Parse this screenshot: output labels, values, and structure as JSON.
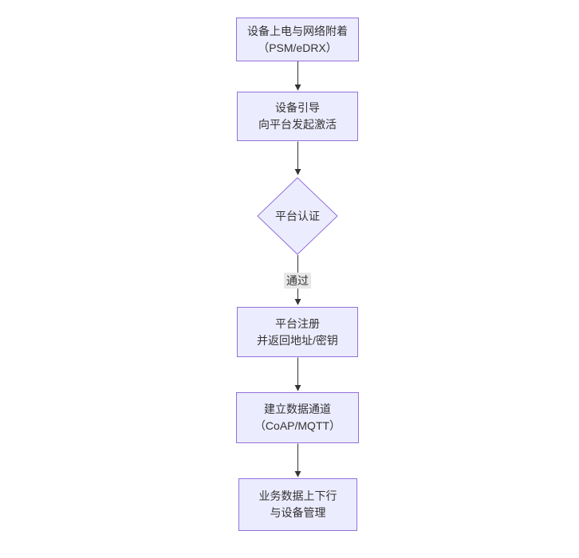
{
  "diagram": {
    "type": "flowchart-top-down",
    "nodes": [
      {
        "id": "power-on",
        "shape": "rect",
        "lines": [
          "设备上电与网络附着",
          "（PSM/eDRX）"
        ]
      },
      {
        "id": "bootstrap",
        "shape": "rect",
        "lines": [
          "设备引导",
          "向平台发起激活"
        ]
      },
      {
        "id": "platform-auth",
        "shape": "diamond",
        "lines": [
          "平台认证"
        ]
      },
      {
        "id": "register",
        "shape": "rect",
        "lines": [
          "平台注册",
          "并返回地址/密钥"
        ]
      },
      {
        "id": "data-channel",
        "shape": "rect",
        "lines": [
          "建立数据通道",
          "（CoAP/MQTT）"
        ]
      },
      {
        "id": "business",
        "shape": "rect",
        "lines": [
          "业务数据上下行",
          "与设备管理"
        ]
      }
    ],
    "edges": [
      {
        "from": "power-on",
        "to": "bootstrap",
        "label": ""
      },
      {
        "from": "bootstrap",
        "to": "platform-auth",
        "label": ""
      },
      {
        "from": "platform-auth",
        "to": "register",
        "label": "通过"
      },
      {
        "from": "register",
        "to": "data-channel",
        "label": ""
      },
      {
        "from": "data-channel",
        "to": "business",
        "label": ""
      }
    ],
    "edge_labels": [
      {
        "text": "通过"
      }
    ],
    "colors": {
      "background": "#ffffff",
      "node_fill": "#ECECFF",
      "node_border": "#9370DB",
      "arrow": "#333333",
      "edge_label_bg": "#e8e8e8",
      "text": "#333333"
    }
  }
}
